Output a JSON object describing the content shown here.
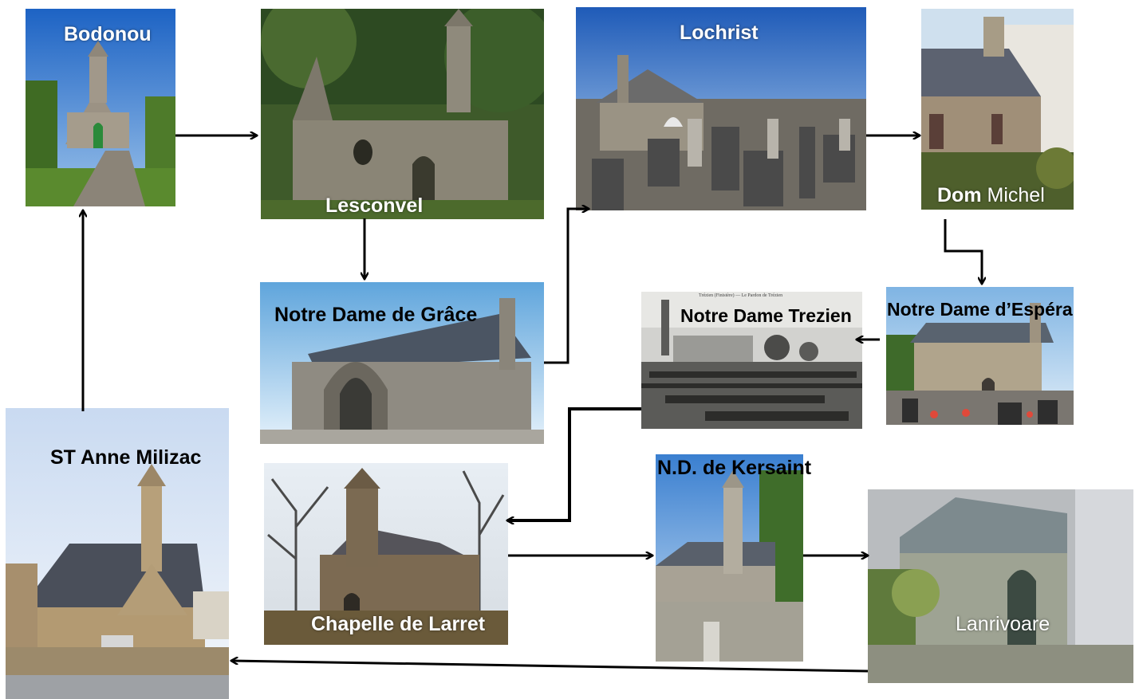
{
  "nodes": [
    {
      "id": "bodonou",
      "label": "Bodonou"
    },
    {
      "id": "lesconvel",
      "label": "Lesconvel"
    },
    {
      "id": "lochrist",
      "label": "Lochrist"
    },
    {
      "id": "dom-michel",
      "label_bold": "Dom",
      "label_regular": " Michel"
    },
    {
      "id": "notre-dame-de-grace",
      "label": "Notre Dame de Grâce"
    },
    {
      "id": "notre-dame-trezien",
      "label": "Notre Dame Trezien",
      "caption": "Trézien (Finistère) — Le Pardon de Trézien"
    },
    {
      "id": "notre-dame-esperance",
      "label": "Notre Dame d’Espérance"
    },
    {
      "id": "st-anne-milizac",
      "label": "ST Anne Milizac"
    },
    {
      "id": "chapelle-de-larret",
      "label": "Chapelle de Larret"
    },
    {
      "id": "nd-de-kersaint",
      "label": "N.D. de Kersaint"
    },
    {
      "id": "lanrivoare",
      "label": "Lanrivoare"
    }
  ],
  "edges": [
    {
      "from": "st-anne-milizac",
      "to": "bodonou"
    },
    {
      "from": "bodonou",
      "to": "lesconvel"
    },
    {
      "from": "lesconvel",
      "to": "notre-dame-de-grace"
    },
    {
      "from": "notre-dame-de-grace",
      "to": "lochrist"
    },
    {
      "from": "lochrist",
      "to": "dom-michel"
    },
    {
      "from": "dom-michel",
      "to": "notre-dame-esperance"
    },
    {
      "from": "notre-dame-esperance",
      "to": "notre-dame-trezien"
    },
    {
      "from": "notre-dame-trezien",
      "to": "chapelle-de-larret"
    },
    {
      "from": "chapelle-de-larret",
      "to": "nd-de-kersaint"
    },
    {
      "from": "nd-de-kersaint",
      "to": "lanrivoare"
    },
    {
      "from": "lanrivoare",
      "to": "st-anne-milizac"
    }
  ],
  "colors": {
    "arrow": "#000000",
    "sky": "#2f72c9",
    "stone": "#8a8478",
    "grass": "#4f7a2a",
    "roof": "#4b5563"
  }
}
